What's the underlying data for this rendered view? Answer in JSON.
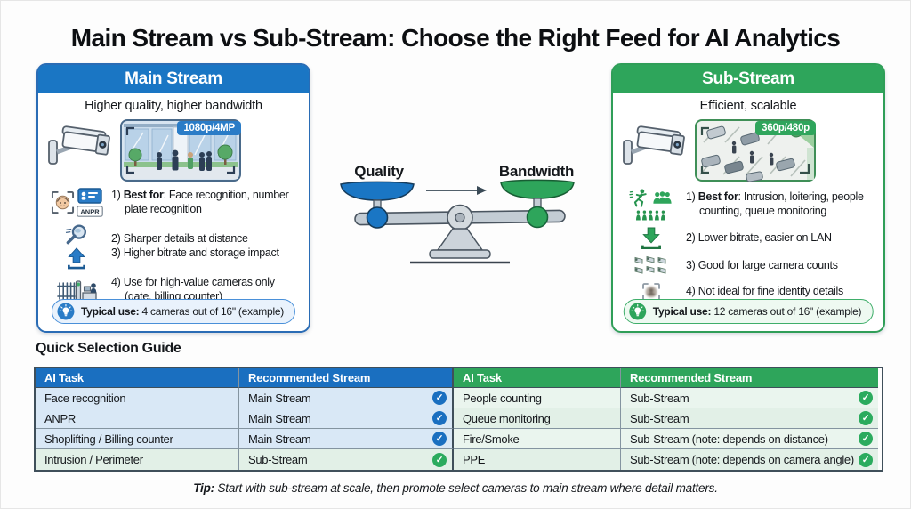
{
  "title": "Main Stream vs Sub-Stream: Choose the Right Feed for AI Analytics",
  "colors": {
    "blue": "#1a76c4",
    "green": "#2ea55b"
  },
  "panels": {
    "main": {
      "header": "Main Stream",
      "subtitle": "Higher quality, higher bandwidth",
      "badge": "1080p/4MP",
      "anpr_label": "ANPR",
      "items": [
        {
          "num": "1)",
          "bold": "Best for",
          "rest": ": Face recognition, number plate recognition"
        },
        {
          "num": "2)",
          "rest": "Sharper details at distance"
        },
        {
          "num": "3)",
          "rest": "Higher bitrate and storage impact"
        },
        {
          "num": "4)",
          "rest": "Use for high-value cameras only (gate, billing counter)"
        }
      ],
      "typical_label": "Typical use:",
      "typical_text": "4 cameras out of 16\" (example)"
    },
    "sub": {
      "header": "Sub-Stream",
      "subtitle": "Efficient, scalable",
      "badge": "360p/480p",
      "items": [
        {
          "num": "1)",
          "bold": "Best for",
          "rest": ": Intrusion, loitering, people counting, queue monitoring"
        },
        {
          "num": "2)",
          "rest": "Lower bitrate, easier on LAN"
        },
        {
          "num": "3)",
          "rest": "Good for large camera counts"
        },
        {
          "num": "4)",
          "rest": "Not ideal for fine identity details"
        }
      ],
      "typical_label": "Typical use:",
      "typical_text": "12 cameras out of 16\" (example)"
    }
  },
  "scale": {
    "left_label": "Quality",
    "right_label": "Bandwidth"
  },
  "guide": {
    "title": "Quick Selection Guide",
    "left": {
      "headers": [
        "AI Task",
        "Recommended Stream"
      ],
      "rows": [
        {
          "task": "Face recognition",
          "stream": "Main Stream"
        },
        {
          "task": "ANPR",
          "stream": "Main Stream"
        },
        {
          "task": "Shoplifting / Billing counter",
          "stream": "Main Stream"
        },
        {
          "task": "Intrusion / Perimeter",
          "stream": "Sub-Stream"
        }
      ]
    },
    "right": {
      "headers": [
        "AI Task",
        "Recommended Stream"
      ],
      "rows": [
        {
          "task": "People counting",
          "stream": "Sub-Stream"
        },
        {
          "task": "Queue monitoring",
          "stream": "Sub-Stream"
        },
        {
          "task": "Fire/Smoke",
          "stream": "Sub-Stream (note: depends on distance)"
        },
        {
          "task": "PPE",
          "stream": "Sub-Stream (note: depends on camera angle)"
        }
      ]
    }
  },
  "tip": {
    "label": "Tip:",
    "text": "Start with sub-stream at scale, then promote select cameras to main stream where detail matters."
  }
}
